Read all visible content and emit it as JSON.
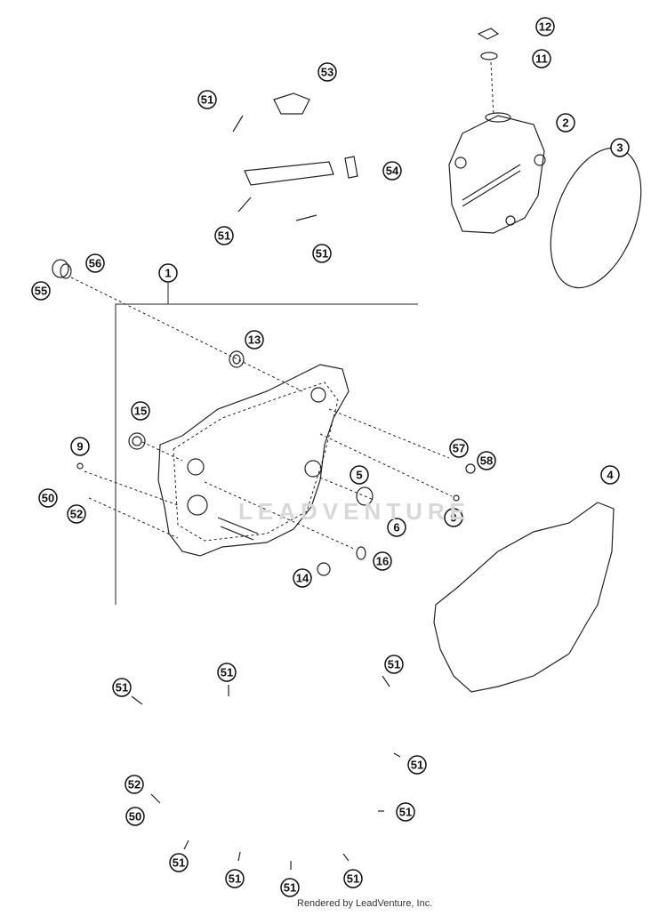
{
  "diagram": {
    "callouts": [
      "1",
      "2",
      "3",
      "4",
      "5",
      "6",
      "9",
      "9",
      "11",
      "12",
      "13",
      "14",
      "15",
      "16",
      "50",
      "50",
      "51",
      "51",
      "51",
      "51",
      "51",
      "51",
      "51",
      "51",
      "51",
      "51",
      "51",
      "52",
      "52",
      "53",
      "54",
      "55",
      "56",
      "57",
      "58"
    ],
    "watermark": "LEADVENTURE",
    "credit": "Rendered by LeadVenture, Inc."
  }
}
